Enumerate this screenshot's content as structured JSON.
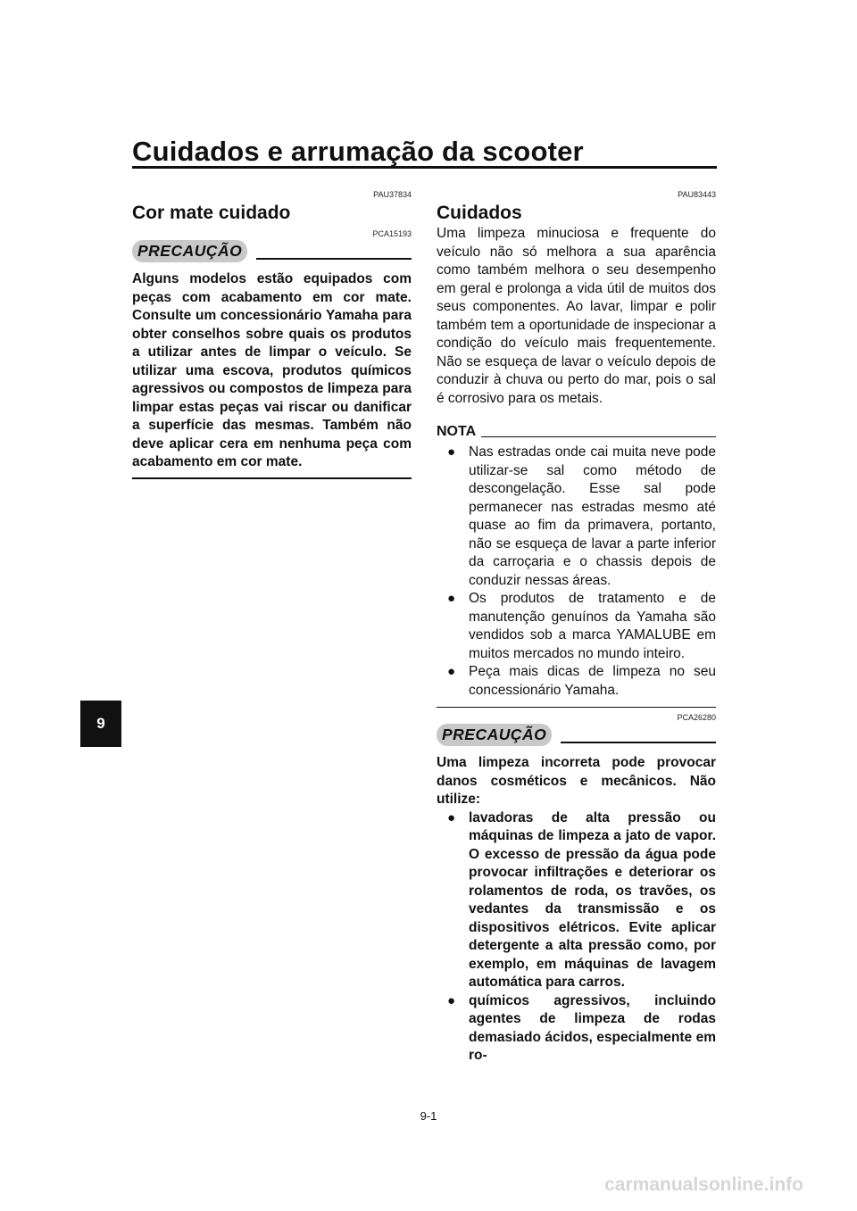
{
  "header": {
    "title": "Cuidados e arrumação da scooter",
    "chapter_tab": "9"
  },
  "left": {
    "code": "PAU37834",
    "heading": "Cor mate cuidado",
    "caution_code": "PCA15193",
    "caution_label": "PRECAUÇÃO",
    "caution_text": "Alguns modelos estão equipados com peças com acabamento em cor mate. Consulte um concessionário Yamaha para obter conselhos sobre quais os produtos a utilizar antes de limpar o veículo. Se utilizar uma escova, produtos químicos agressivos ou compostos de limpeza para limpar estas peças vai riscar ou danificar a superfície das mesmas. Também não deve aplicar cera em nenhuma peça com acabamento em cor mate."
  },
  "right": {
    "code": "PAU83443",
    "heading": "Cuidados",
    "intro": "Uma limpeza minuciosa e frequente do veículo não só melhora a sua aparência como também melhora o seu desempenho em geral e prolonga a vida útil de muitos dos seus componentes. Ao lavar, limpar e polir também tem a oportunidade de inspecionar a condição do veículo mais frequentemente. Não se esqueça de lavar o veículo depois de conduzir à chuva ou perto do mar, pois o sal é corrosivo para os metais.",
    "nota_label": "NOTA",
    "nota_items": [
      "Nas estradas onde cai muita neve pode utilizar-se sal como método de descongelação. Esse sal pode permanecer nas estradas mesmo até quase ao fim da primavera, portanto, não se esqueça de lavar a parte inferior da carroçaria e o chassis depois de conduzir nessas áreas.",
      "Os produtos de tratamento e de manutenção genuínos da Yamaha são vendidos sob a marca YAMALUBE em muitos mercados no mundo inteiro.",
      "Peça mais dicas de limpeza no seu concessionário Yamaha."
    ],
    "caution_code": "PCA26280",
    "caution_label": "PRECAUÇÃO",
    "caution_intro": "Uma limpeza incorreta pode provocar danos cosméticos e mecânicos. Não utilize:",
    "caution_items": [
      "lavadoras de alta pressão ou máquinas de limpeza a jato de vapor. O excesso de pressão da água pode provocar infiltrações e deteriorar os rolamentos de roda, os travões, os vedantes da transmissão e os dispositivos elétricos. Evite aplicar detergente a alta pressão como, por exemplo, em máquinas de lavagem automática para carros.",
      "químicos agressivos, incluindo agentes de limpeza de rodas demasiado ácidos, especialmente em ro-"
    ]
  },
  "footer": {
    "page_number": "9-1",
    "watermark": "carmanualsonline.info"
  }
}
